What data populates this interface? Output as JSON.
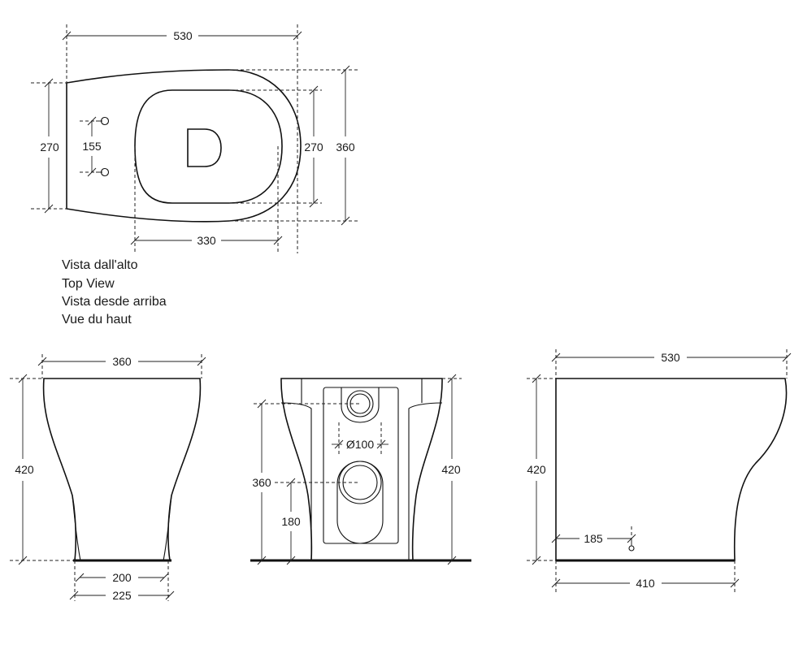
{
  "top_view": {
    "dims": {
      "length": "530",
      "rear_width": "270",
      "fixing_spacing": "155",
      "seat_width": "270",
      "total_width": "360",
      "seat_length": "330"
    },
    "captions": [
      "Vista dall'alto",
      "Top View",
      "Vista desde arriba",
      "Vue du haut"
    ]
  },
  "front_view": {
    "dims": {
      "width": "360",
      "height": "420",
      "base_inner": "200",
      "base_outer": "225"
    }
  },
  "rear_view": {
    "dims": {
      "diameter": "Ø100",
      "height": "420",
      "outlet_height": "360",
      "inlet_height": "180"
    }
  },
  "side_view": {
    "dims": {
      "length": "530",
      "height": "420",
      "drain_distance": "185",
      "base_length": "410"
    }
  },
  "icons": [
    "fixing-hole-icon",
    "drain-point-icon"
  ]
}
